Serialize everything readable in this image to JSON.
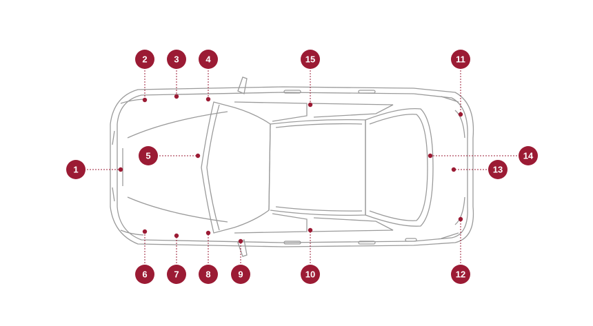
{
  "colors": {
    "marker": "#9b1b34",
    "outline": "#9a9a9a",
    "background": "#ffffff"
  },
  "callouts": [
    {
      "id": "1",
      "label": "1"
    },
    {
      "id": "2",
      "label": "2"
    },
    {
      "id": "3",
      "label": "3"
    },
    {
      "id": "4",
      "label": "4"
    },
    {
      "id": "5",
      "label": "5"
    },
    {
      "id": "6",
      "label": "6"
    },
    {
      "id": "7",
      "label": "7"
    },
    {
      "id": "8",
      "label": "8"
    },
    {
      "id": "9",
      "label": "9"
    },
    {
      "id": "10",
      "label": "10"
    },
    {
      "id": "11",
      "label": "11"
    },
    {
      "id": "12",
      "label": "12"
    },
    {
      "id": "13",
      "label": "13"
    },
    {
      "id": "14",
      "label": "14"
    },
    {
      "id": "15",
      "label": "15"
    }
  ]
}
